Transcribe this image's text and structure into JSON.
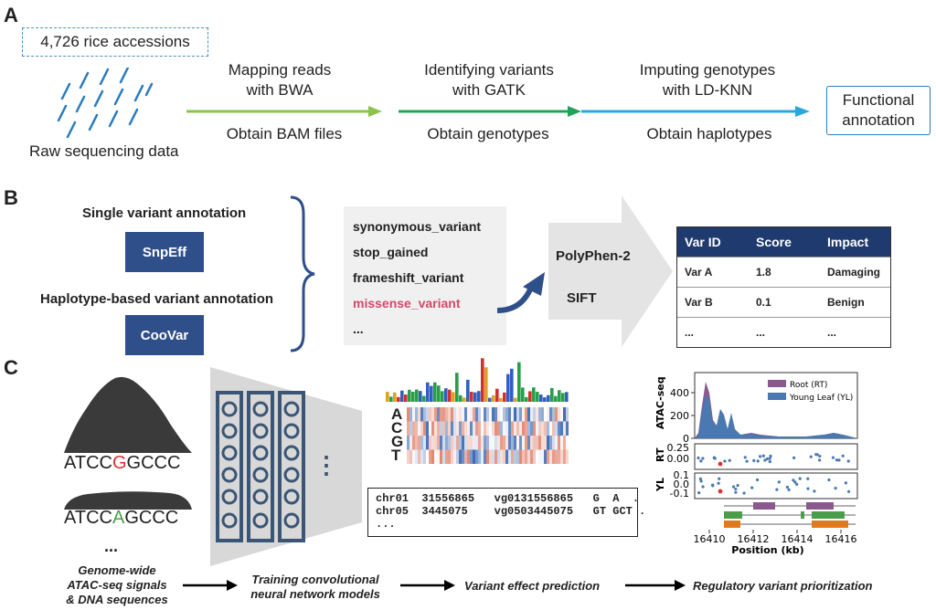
{
  "panel_a": {
    "label": "A",
    "accessions": "4,726 rice accessions",
    "raw_data": "Raw sequencing data",
    "step1_top": [
      "Mapping reads",
      "with BWA"
    ],
    "step1_bottom": "Obtain BAM files",
    "step2_top": [
      "Identifying variants",
      "with GATK"
    ],
    "step2_bottom": "Obtain genotypes",
    "step3_top": [
      "Imputing genotypes",
      "with LD-KNN"
    ],
    "step3_bottom": "Obtain haplotypes",
    "final": [
      "Functional",
      "annotation"
    ],
    "colors": {
      "arrow1": "#8bc34a",
      "arrow2": "#1fa35a",
      "arrow3": "#29a8e0",
      "box_border": "#2a7bbf"
    }
  },
  "panel_b": {
    "label": "B",
    "single_title": "Single variant annotation",
    "single_tool": "SnpEff",
    "haplo_title": "Haplotype-based variant annotation",
    "haplo_tool": "CooVar",
    "variants": [
      "synonymous_variant",
      "stop_gained",
      "frameshift_variant",
      "missense_variant",
      "..."
    ],
    "highlight_color": "#d04a6a",
    "tools": [
      "PolyPhen-2",
      "SIFT"
    ],
    "table": {
      "headers": [
        "Var ID",
        "Score",
        "Impact"
      ],
      "rows": [
        [
          "Var A",
          "1.8",
          "Damaging"
        ],
        [
          "Var B",
          "0.1",
          "Benign"
        ],
        [
          "...",
          "...",
          "..."
        ]
      ]
    }
  },
  "panel_c": {
    "label": "C",
    "seq1_prefix": "ATCC",
    "seq1_var": "G",
    "seq1_suffix": "GCCC",
    "seq2_prefix": "ATCC",
    "seq2_var": "A",
    "seq2_suffix": "GCCC",
    "dots": "...",
    "cnn_dots": "⋮",
    "bases": [
      "A",
      "C",
      "G",
      "T"
    ],
    "vcf_lines": [
      "chr01  31556865   vg0131556865   G  A  .",
      "chr05  3445075    vg0503445075   GT GCT .",
      "..."
    ],
    "legend": [
      "Root (RT)",
      "Young Leaf (YL)"
    ],
    "track_labels": [
      "ATAC-seq",
      "RT",
      "YL"
    ],
    "y_ticks_atac": [
      "400",
      "200",
      "0"
    ],
    "y_ticks_rt": [
      "0.25",
      "0.00"
    ],
    "y_ticks_yl": [
      "0.1",
      "0.0",
      "-0.1"
    ],
    "x_ticks": [
      "16410",
      "16412",
      "16414",
      "16416"
    ],
    "x_label": "Position (kb)",
    "workflow": [
      "Genome-wide ATAC-seq signals & DNA sequences",
      "Training convolutional neural network models",
      "Variant effect prediction",
      "Regulatory variant prioritization"
    ],
    "workflow_lines": [
      [
        "Genome-wide",
        "ATAC-seq signals",
        "& DNA sequences"
      ],
      [
        "Training convolutional",
        "neural network models"
      ]
    ],
    "colors": {
      "root": "#8a5a8f",
      "leaf": "#4a78b0",
      "red": "#e03030",
      "green": "#4a9e4a"
    }
  }
}
